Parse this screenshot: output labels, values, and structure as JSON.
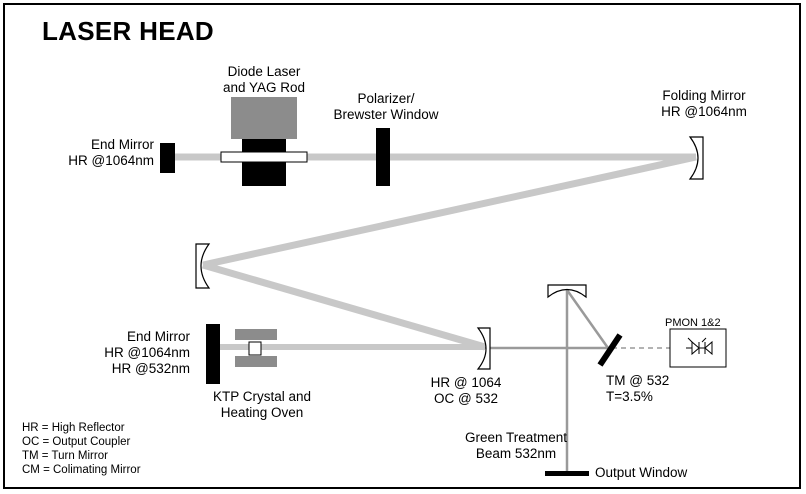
{
  "title": "LASER HEAD",
  "labels": {
    "end_mirror_top": [
      "End Mirror",
      "HR @1064nm"
    ],
    "diode_laser": [
      "Diode Laser",
      "and YAG Rod"
    ],
    "polarizer": [
      "Polarizer/",
      "Brewster Window"
    ],
    "folding_mirror": [
      "Folding Mirror",
      "HR @1064nm"
    ],
    "end_mirror_bottom": [
      "End Mirror",
      "HR @1064nm",
      "HR @532nm"
    ],
    "ktp": [
      "KTP Crystal and",
      "Heating Oven"
    ],
    "hr_oc": [
      "HR @ 1064",
      "OC @ 532"
    ],
    "pmon": "PMON 1&2",
    "tm": [
      "TM @ 532",
      "T=3.5%"
    ],
    "green_beam": [
      "Green Treatment",
      "Beam 532nm"
    ],
    "output_window": "Output Window"
  },
  "legend": [
    "HR = High Reflector",
    "OC = Output Coupler",
    "TM = Turn Mirror",
    "CM = Colimating Mirror"
  ],
  "colors": {
    "beam_1064": "#c8c8c8",
    "beam_532": "#9a9a9a",
    "component": "#000000",
    "oven": "#8c8c8c",
    "diode_housing": "#8c8c8c"
  }
}
